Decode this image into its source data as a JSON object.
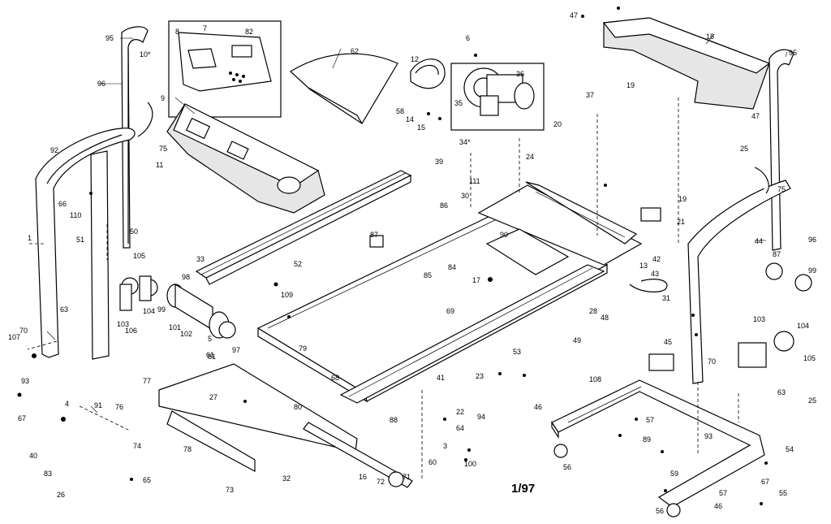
{
  "drawing": {
    "revision_stamp": "1/97",
    "parts": [
      {
        "id": "p1",
        "label": "1"
      },
      {
        "id": "p3",
        "label": "3"
      },
      {
        "id": "p4",
        "label": "4"
      },
      {
        "id": "p5",
        "label": "5"
      },
      {
        "id": "p6",
        "label": "6"
      },
      {
        "id": "p7",
        "label": "7"
      },
      {
        "id": "p8",
        "label": "8"
      },
      {
        "id": "p9",
        "label": "9"
      },
      {
        "id": "p10a",
        "label": "10*"
      },
      {
        "id": "p11",
        "label": "11"
      },
      {
        "id": "p12",
        "label": "12"
      },
      {
        "id": "p13",
        "label": "13"
      },
      {
        "id": "p14",
        "label": "14"
      },
      {
        "id": "p15",
        "label": "15"
      },
      {
        "id": "p16",
        "label": "16"
      },
      {
        "id": "p17",
        "label": "17"
      },
      {
        "id": "p18",
        "label": "18"
      },
      {
        "id": "p19",
        "label": "19"
      },
      {
        "id": "p20",
        "label": "20"
      },
      {
        "id": "p21",
        "label": "21"
      },
      {
        "id": "p22",
        "label": "22"
      },
      {
        "id": "p23",
        "label": "23"
      },
      {
        "id": "p24",
        "label": "24"
      },
      {
        "id": "p25",
        "label": "25"
      },
      {
        "id": "p26",
        "label": "26"
      },
      {
        "id": "p27",
        "label": "27"
      },
      {
        "id": "p28",
        "label": "28"
      },
      {
        "id": "p30",
        "label": "30"
      },
      {
        "id": "p31",
        "label": "31"
      },
      {
        "id": "p32",
        "label": "32"
      },
      {
        "id": "p33",
        "label": "33"
      },
      {
        "id": "p34",
        "label": "34*"
      },
      {
        "id": "p35",
        "label": "35"
      },
      {
        "id": "p36",
        "label": "36"
      },
      {
        "id": "p37",
        "label": "37"
      },
      {
        "id": "p39",
        "label": "39"
      },
      {
        "id": "p40",
        "label": "40"
      },
      {
        "id": "p41",
        "label": "41"
      },
      {
        "id": "p42",
        "label": "42"
      },
      {
        "id": "p43",
        "label": "43"
      },
      {
        "id": "p44",
        "label": "44"
      },
      {
        "id": "p45",
        "label": "45"
      },
      {
        "id": "p46",
        "label": "46"
      },
      {
        "id": "p47",
        "label": "47"
      },
      {
        "id": "p48",
        "label": "48"
      },
      {
        "id": "p49",
        "label": "49"
      },
      {
        "id": "p50",
        "label": "50"
      },
      {
        "id": "p51",
        "label": "51"
      },
      {
        "id": "p52",
        "label": "52"
      },
      {
        "id": "p53",
        "label": "53"
      },
      {
        "id": "p54",
        "label": "54"
      },
      {
        "id": "p55",
        "label": "55"
      },
      {
        "id": "p56",
        "label": "56"
      },
      {
        "id": "p57",
        "label": "57"
      },
      {
        "id": "p58",
        "label": "58"
      },
      {
        "id": "p59",
        "label": "59"
      },
      {
        "id": "p60",
        "label": "60"
      },
      {
        "id": "p61",
        "label": "61"
      },
      {
        "id": "p62",
        "label": "62"
      },
      {
        "id": "p63",
        "label": "63"
      },
      {
        "id": "p64",
        "label": "64"
      },
      {
        "id": "p65",
        "label": "65"
      },
      {
        "id": "p66",
        "label": "66"
      },
      {
        "id": "p67",
        "label": "67"
      },
      {
        "id": "p68",
        "label": "68"
      },
      {
        "id": "p69",
        "label": "69"
      },
      {
        "id": "p70",
        "label": "70"
      },
      {
        "id": "p71",
        "label": "71"
      },
      {
        "id": "p72",
        "label": "72"
      },
      {
        "id": "p73",
        "label": "73"
      },
      {
        "id": "p74",
        "label": "74"
      },
      {
        "id": "p75",
        "label": "75"
      },
      {
        "id": "p76",
        "label": "76"
      },
      {
        "id": "p77",
        "label": "77"
      },
      {
        "id": "p78",
        "label": "78"
      },
      {
        "id": "p79",
        "label": "79"
      },
      {
        "id": "p80",
        "label": "80"
      },
      {
        "id": "p81",
        "label": "81"
      },
      {
        "id": "p82",
        "label": "82"
      },
      {
        "id": "p83",
        "label": "83"
      },
      {
        "id": "p84",
        "label": "84"
      },
      {
        "id": "p85",
        "label": "85"
      },
      {
        "id": "p86",
        "label": "86"
      },
      {
        "id": "p87",
        "label": "87"
      },
      {
        "id": "p88",
        "label": "88"
      },
      {
        "id": "p89",
        "label": "89"
      },
      {
        "id": "p90",
        "label": "90"
      },
      {
        "id": "p91",
        "label": "91"
      },
      {
        "id": "p92",
        "label": "92"
      },
      {
        "id": "p93",
        "label": "93"
      },
      {
        "id": "p94",
        "label": "94"
      },
      {
        "id": "p95",
        "label": "95"
      },
      {
        "id": "p96",
        "label": "96"
      },
      {
        "id": "p97",
        "label": "97"
      },
      {
        "id": "p98",
        "label": "98"
      },
      {
        "id": "p99",
        "label": "99"
      },
      {
        "id": "p100",
        "label": "100"
      },
      {
        "id": "p101",
        "label": "101"
      },
      {
        "id": "p102",
        "label": "102"
      },
      {
        "id": "p103",
        "label": "103"
      },
      {
        "id": "p104",
        "label": "104"
      },
      {
        "id": "p105",
        "label": "105"
      },
      {
        "id": "p106",
        "label": "106"
      },
      {
        "id": "p107",
        "label": "107"
      },
      {
        "id": "p108",
        "label": "108"
      },
      {
        "id": "p109",
        "label": "109"
      },
      {
        "id": "p110",
        "label": "110"
      },
      {
        "id": "p111",
        "label": "111"
      }
    ]
  }
}
